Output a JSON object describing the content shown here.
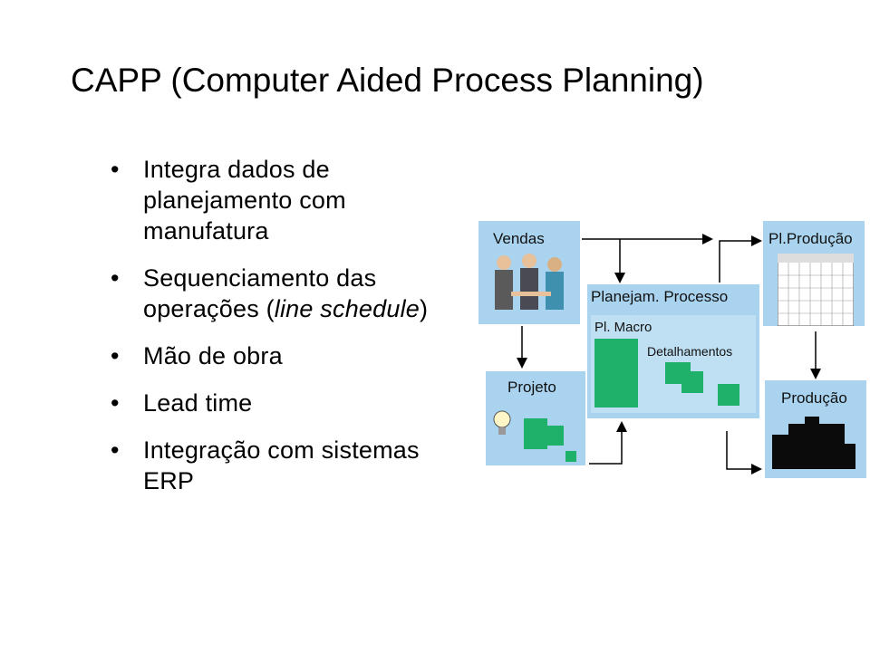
{
  "slide": {
    "title": "CAPP (Computer Aided Process Planning)",
    "bullets": [
      {
        "text": "Integra dados de planejamento com manufatura"
      },
      {
        "text": "Sequenciamento das operações (",
        "italic": "line schedule",
        "after": ")"
      },
      {
        "text": "Mão de obra"
      },
      {
        "text": "Lead time"
      },
      {
        "text": "Integração com sistemas ERP"
      }
    ],
    "bullet_glyph": "•"
  },
  "diagram": {
    "boxes": {
      "vendas": "Vendas",
      "pl_producao": "Pl.Produção",
      "planejam_processo": "Planejam.  Processo",
      "pl_macro": "Pl. Macro",
      "detalhamentos": "Detalhamentos",
      "projeto": "Projeto",
      "producao": "Produção"
    },
    "colors": {
      "box": "#a9d3ee",
      "panel": "#bfe0f2",
      "green": "#1fb16a",
      "arrow": "#000000"
    },
    "icons": [
      "people-handshake-icon",
      "calendar-icon",
      "lightbulb-icon",
      "machine-icon"
    ]
  }
}
